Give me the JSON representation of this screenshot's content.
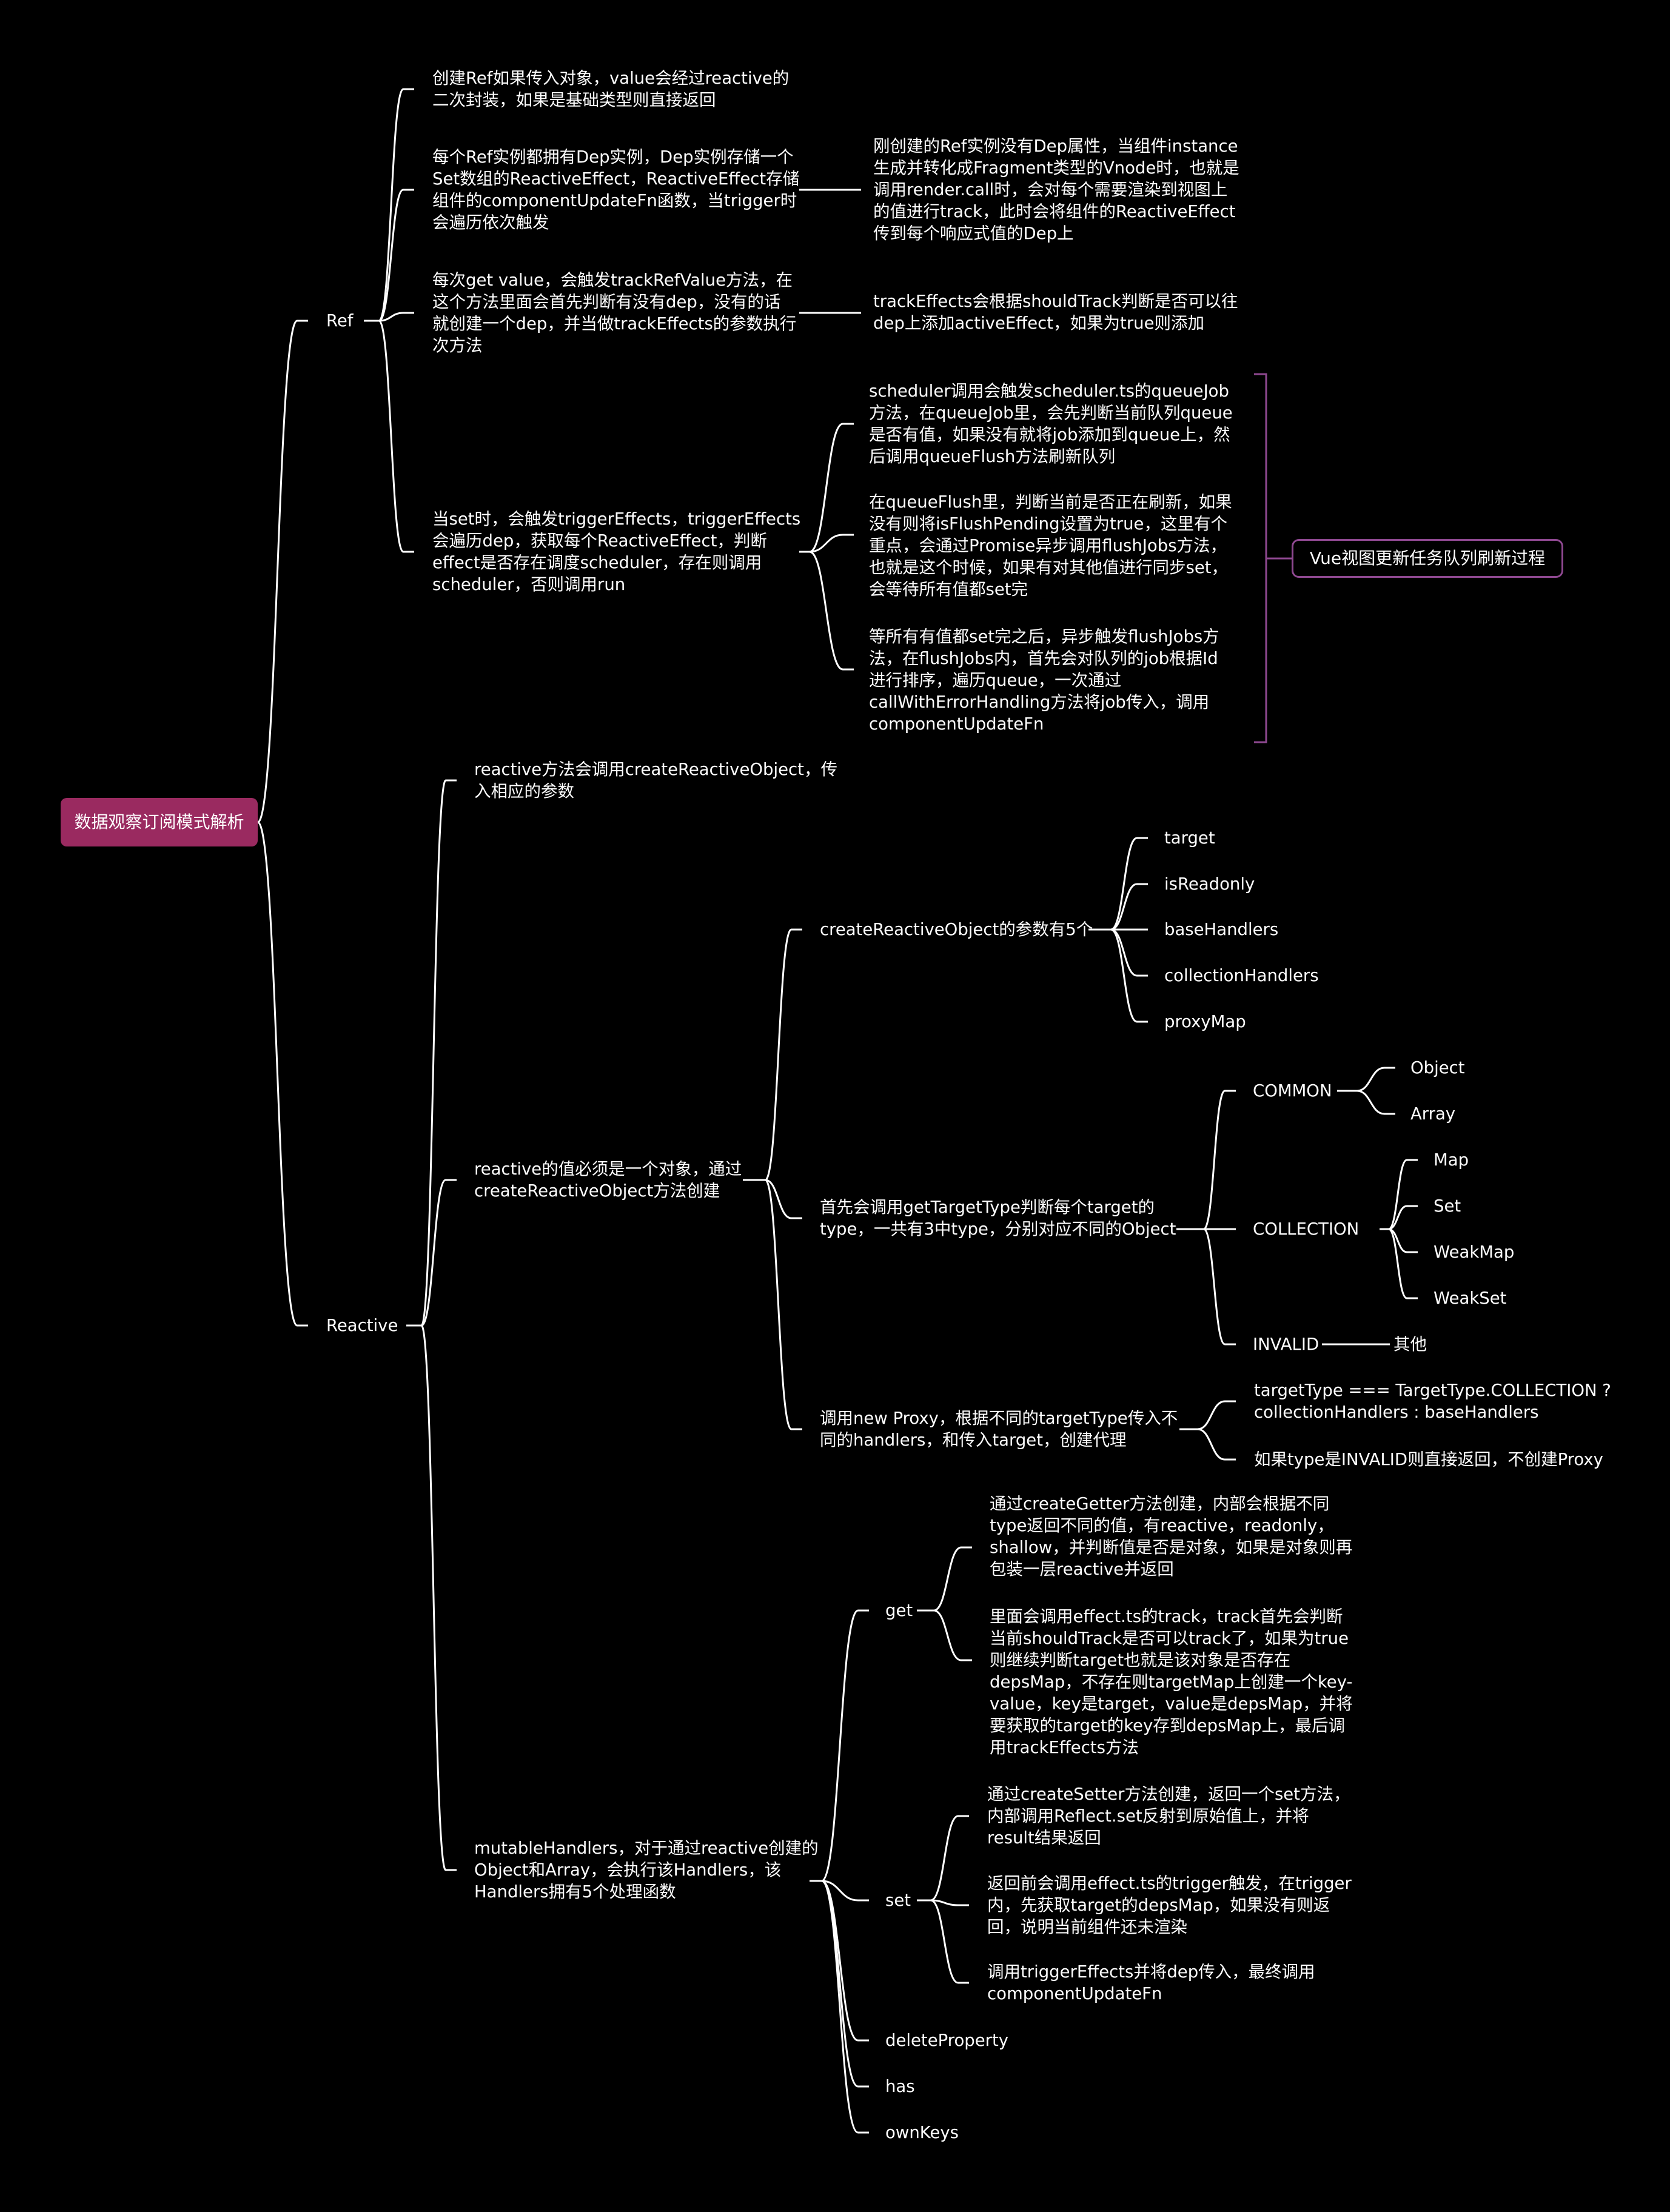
{
  "root": "数据观察订阅模式解析",
  "ref": {
    "label": "Ref",
    "p1": "创建Ref如果传入对象，value会经过reactive的\n二次封装，如果是基础类型则直接返回",
    "p2": "每个Ref实例都拥有Dep实例，Dep实例存储一个\nSet数组的ReactiveEffect，ReactiveEffect存储\n组件的componentUpdateFn函数，当trigger时\n会遍历依次触发",
    "p2_child": "刚创建的Ref实例没有Dep属性，当组件instance\n生成并转化成Fragment类型的Vnode时，也就是\n调用render.call时，会对每个需要渲染到视图上\n的值进行track，此时会将组件的ReactiveEffect\n传到每个响应式值的Dep上",
    "p3": "每次get value，会触发trackRefValue方法，在\n这个方法里面会首先判断有没有dep，没有的话\n就创建一个dep，并当做trackEffects的参数执行\n次方法",
    "p3_child": "trackEffects会根据shouldTrack判断是否可以往\ndep上添加activeEffect，如果为true则添加",
    "p4": "当set时，会触发triggerEffects，triggerEffects\n会遍历dep，获取每个ReactiveEffect，判断\neffect是否存在调度scheduler，存在则调用\nscheduler，否则调用run",
    "p4_children": [
      "scheduler调用会触发scheduler.ts的queueJob\n方法，在queueJob里，会先判断当前队列queue\n是否有值，如果没有就将job添加到queue上，然\n后调用queueFlush方法刷新队列",
      "在queueFlush里，判断当前是否正在刷新，如果\n没有则将isFlushPending设置为true，这里有个\n重点，会通过Promise异步调用flushJobs方法，\n也就是这个时候，如果有对其他值进行同步set，\n会等待所有值都set完",
      "等所有有值都set完之后，异步触发flushJobs方\n法，在flushJobs内，首先会对队列的job根据Id\n进行排序，遍历queue，一次通过\ncallWithErrorHandling方法将job传入，调用\ncomponentUpdateFn"
    ],
    "callout": "Vue视图更新任务队列刷新过程"
  },
  "reactive": {
    "label": "Reactive",
    "r1": "reactive方法会调用createReactiveObject，传\n入相应的参数",
    "r2": "reactive的值必须是一个对象，通过\ncreateReactiveObject方法创建",
    "params": {
      "label": "createReactiveObject的参数有5个",
      "items": [
        "target",
        "isReadonly",
        "baseHandlers",
        "collectionHandlers",
        "proxyMap"
      ]
    },
    "targettype": {
      "label": "首先会调用getTargetType判断每个target的\ntype，一共有3中type，分别对应不同的Object",
      "common": {
        "label": "COMMON",
        "items": [
          "Object",
          "Array"
        ]
      },
      "collection": {
        "label": "COLLECTION",
        "items": [
          "Map",
          "Set",
          "WeakMap",
          "WeakSet"
        ]
      },
      "invalid": {
        "label": "INVALID",
        "child": "其他"
      }
    },
    "proxy": {
      "label": "调用new Proxy，根据不同的targetType传入不\n同的handlers，和传入target，创建代理",
      "items": [
        "targetType === TargetType.COLLECTION ?\ncollectionHandlers : baseHandlers",
        "如果type是INVALID则直接返回，不创建Proxy"
      ]
    },
    "mutable": {
      "label": "mutableHandlers，对于通过reactive创建的\nObject和Array，会执行该Handlers，该\nHandlers拥有5个处理函数",
      "get": {
        "label": "get",
        "items": [
          "通过createGetter方法创建，内部会根据不同\ntype返回不同的值，有reactive，readonly，\nshallow，并判断值是否是对象，如果是对象则再\n包装一层reactive并返回",
          "里面会调用effect.ts的track，track首先会判断\n当前shouldTrack是否可以track了，如果为true\n则继续判断target也就是该对象是否存在\ndepsMap，不存在则targetMap上创建一个key-\nvalue，key是target，value是depsMap，并将\n要获取的target的key存到depsMap上，最后调\n用trackEffects方法"
        ]
      },
      "set": {
        "label": "set",
        "items": [
          "通过createSetter方法创建，返回一个set方法，\n内部调用Reflect.set反射到原始值上，并将\nresult结果返回",
          "返回前会调用effect.ts的trigger触发，在trigger\n内，先获取target的depsMap，如果没有则返\n回，说明当前组件还未渲染",
          "调用triggerEffects并将dep传入，最终调用\ncomponentUpdateFn"
        ]
      },
      "others": [
        "deleteProperty",
        "has",
        "ownKeys"
      ]
    }
  },
  "colors": {
    "background": "#000000",
    "line": "#ffffff",
    "root": "#9a2a60",
    "bracket": "#8e4890"
  }
}
